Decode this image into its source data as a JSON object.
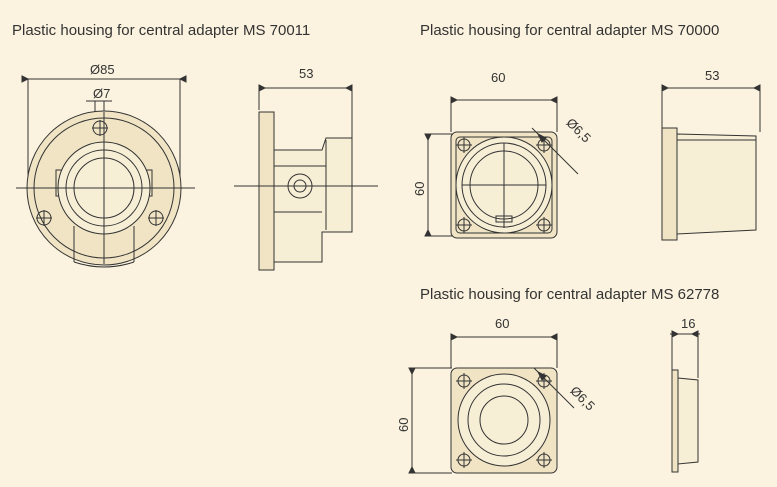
{
  "colors": {
    "background": "#fbf3df",
    "line": "#333333",
    "part_fill": "#f0e4c4"
  },
  "titles": {
    "ms70011": "Plastic housing for central adapter MS 70011",
    "ms70000": "Plastic housing for central adapter MS  70000",
    "ms62778": "Plastic housing for central adapter MS  62778"
  },
  "dimensions": {
    "ms70011": {
      "diameter": "Ø85",
      "hole": "Ø7",
      "depth": "53"
    },
    "ms70000": {
      "width": "60",
      "height": "60",
      "hole": "Ø6,5",
      "depth": "53"
    },
    "ms62778": {
      "width": "60",
      "height": "60",
      "hole": "Ø6,5",
      "depth": "16"
    }
  }
}
